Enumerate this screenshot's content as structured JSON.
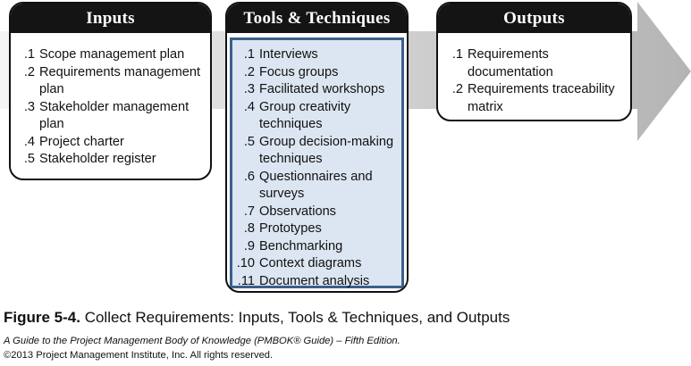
{
  "inputs": {
    "title": "Inputs",
    "items": [
      {
        "num": ".1",
        "text": "Scope management plan"
      },
      {
        "num": ".2",
        "text": "Requirements management plan"
      },
      {
        "num": ".3",
        "text": "Stakeholder management plan"
      },
      {
        "num": ".4",
        "text": "Project charter"
      },
      {
        "num": ".5",
        "text": "Stakeholder register"
      }
    ]
  },
  "tools": {
    "title": "Tools & Techniques",
    "items": [
      {
        "num": ".1",
        "text": "Interviews"
      },
      {
        "num": ".2",
        "text": "Focus groups"
      },
      {
        "num": ".3",
        "text": "Facilitated workshops"
      },
      {
        "num": ".4",
        "text": "Group creativity techniques"
      },
      {
        "num": ".5",
        "text": "Group decision-making techniques"
      },
      {
        "num": ".6",
        "text": "Questionnaires and surveys"
      },
      {
        "num": ".7",
        "text": "Observations"
      },
      {
        "num": ".8",
        "text": "Prototypes"
      },
      {
        "num": ".9",
        "text": "Benchmarking"
      },
      {
        "num": ".10",
        "text": "Context diagrams"
      },
      {
        "num": ".11",
        "text": "Document analysis"
      }
    ]
  },
  "outputs": {
    "title": "Outputs",
    "items": [
      {
        "num": ".1",
        "text": "Requirements documentation"
      },
      {
        "num": ".2",
        "text": "Requirements traceability matrix"
      }
    ]
  },
  "caption": {
    "label": "Figure 5-4.",
    "text": " Collect Requirements: Inputs, Tools & Techniques, and Outputs"
  },
  "source": "A Guide to the Project Management Body of Knowledge (PMBOK® Guide) – Fifth Edition.",
  "copyright": "©2013 Project Management Institute, Inc. All rights reserved.",
  "colors": {
    "header_bg": "#141414",
    "tools_highlight_fill": "#dce6f2",
    "tools_highlight_border": "#3b5f8c",
    "arrow_gradient_light": "#f4f4f4",
    "arrow_gradient_dark": "#b4b4b4"
  }
}
